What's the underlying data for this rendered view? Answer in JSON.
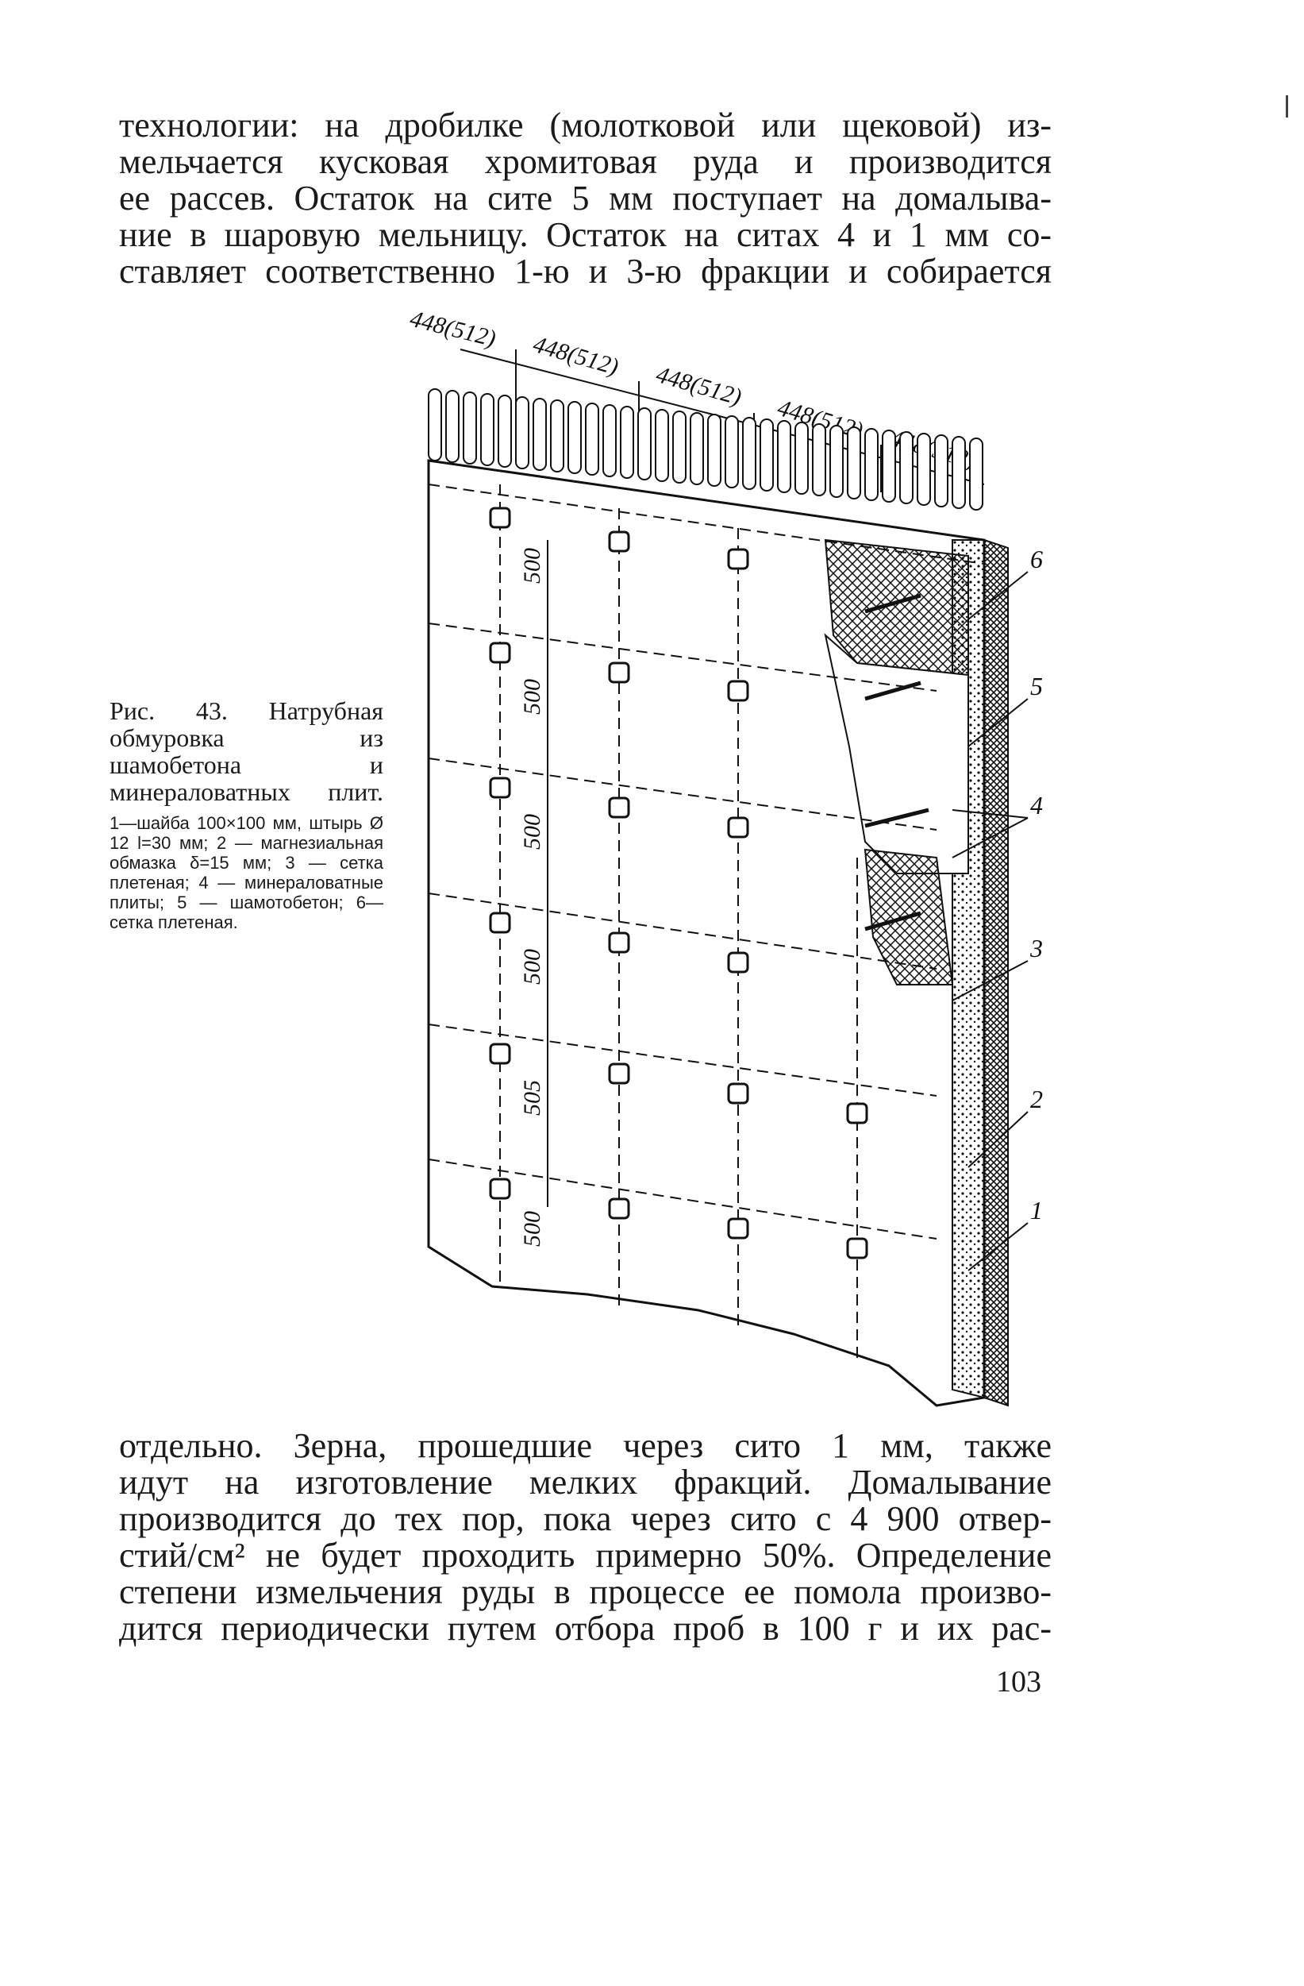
{
  "top_text": [
    "технологии: на дробилке (молотковой или щековой) из-",
    "мельчается кусковая хромитовая руда и производится",
    "ее рассев. Остаток на сите 5 мм поступает на домалыва-",
    "ние в шаровую мельницу. Остаток на ситах 4 и 1 мм со-",
    "ставляет соответственно 1-ю и 3-ю фракции и собирается"
  ],
  "figure": {
    "dimension_labels": [
      "448(512)",
      "448(512)",
      "448(512)",
      "448(512)",
      "448(512)"
    ],
    "spacing_labels": [
      "500",
      "500",
      "500",
      "500",
      "505",
      "500"
    ],
    "callouts": [
      "6",
      "5",
      "4",
      "3",
      "2",
      "1"
    ]
  },
  "caption": {
    "title": "Рис. 43. Натрубная обмуровка из шамобетона и минераловатных плит.",
    "body": "1—шайба 100×100 мм, штырь Ø 12 l=30 мм; 2 — магнезиальная обмазка δ=15 мм; 3 — сетка плетеная; 4 — минераловатные плиты; 5 — шамотобетон; 6—сетка плетеная."
  },
  "bottom_text": [
    "отдельно. Зерна, прошедшие через сито 1 мм, также",
    "идут на изготовление мелких фракций. Домалывание",
    "производится до тех пор, пока через сито с 4 900 отвер-",
    "стий/см² не будет проходить примерно 50%. Определение",
    "степени измельчения руды в процессе ее помола произво-",
    "дится периодически путем отбора проб в 100 г и их рас-"
  ],
  "page_number": "103"
}
